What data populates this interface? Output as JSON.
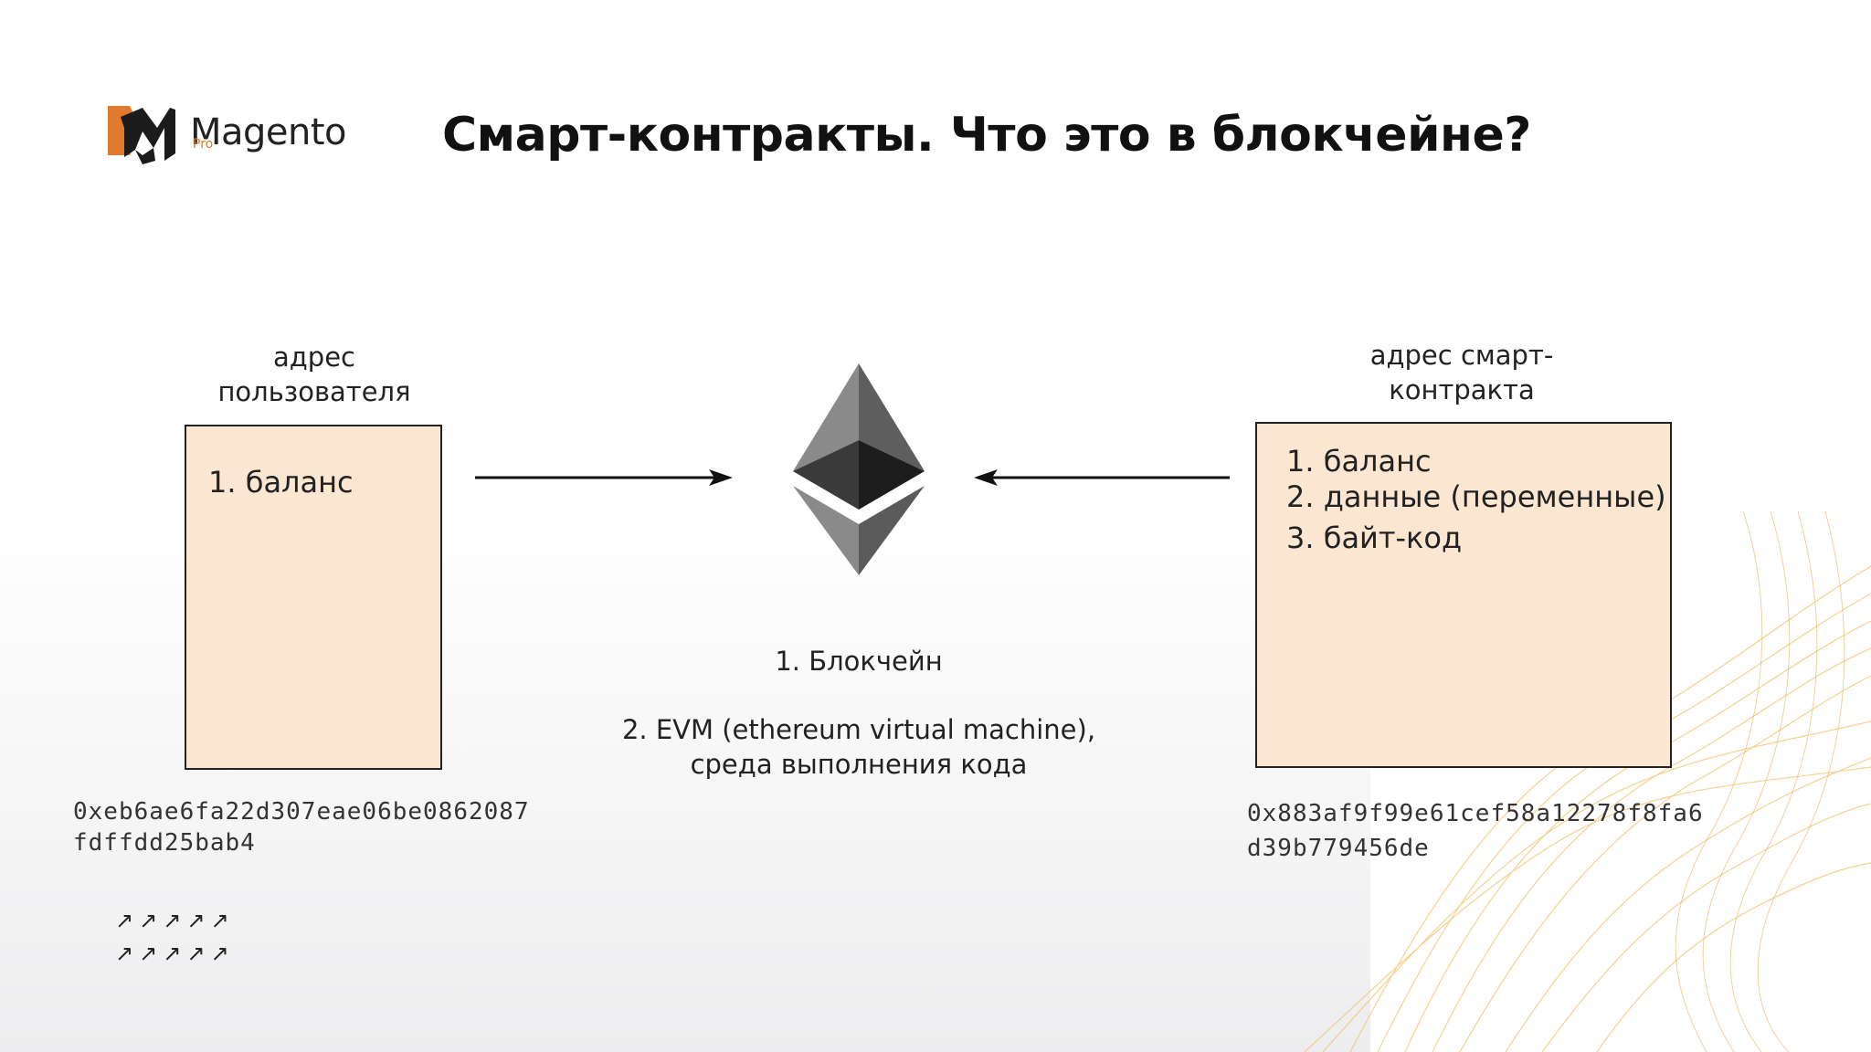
{
  "logo": {
    "name": "Magento",
    "sub": "Pro"
  },
  "title": "Смарт-контракты. Что это в блокчейне?",
  "user": {
    "label_line1": "адрес",
    "label_line2": "пользователя",
    "items": [
      "1. баланс"
    ],
    "address_line1": "0xeb6ae6fa22d307eae06be0862087",
    "address_line2": "fdffdd25bab4"
  },
  "contract": {
    "label_line1": "адрес смарт-",
    "label_line2": "контракта",
    "items": [
      "1. баланс",
      "2. данные (переменные)",
      "3. байт-код"
    ],
    "address_line1": "0x883af9f99e61cef58a12278f8fa6",
    "address_line2": "d39b779456de"
  },
  "center": {
    "item1": "1. Блокчейн",
    "item2_line1": "2. EVM (ethereum virtual machine),",
    "item2_line2": "среда выполнения кода"
  },
  "decor": {
    "arrow_row1": "↗↗↗↗↗",
    "arrow_row2": "↗↗↗↗↗"
  },
  "colors": {
    "box_fill": "#fbe6d2",
    "accent": "#e07a2e",
    "wave": "#f2c26b"
  }
}
